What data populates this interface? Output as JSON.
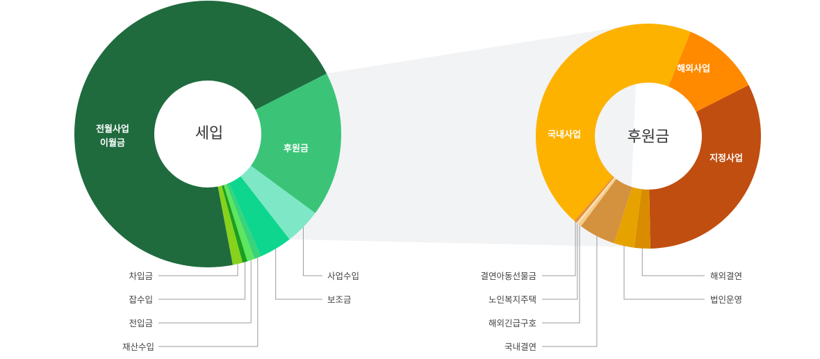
{
  "chart_data": [
    {
      "type": "donut",
      "title": "세입",
      "colors": {
        "전월사업 이월금": "#1f6b3e",
        "후원금": "#3bc478",
        "사업수입": "#7ee8c6",
        "보조금": "#0ed68e",
        "재산수입": "#3ad37a",
        "전입금": "#5ee65e",
        "잡수입": "#1aa020",
        "차입금": "#86d21c"
      },
      "slices": [
        {
          "label": "후원금",
          "value": 17.6
        },
        {
          "label": "사업수입",
          "value": 4.4
        },
        {
          "label": "보조금",
          "value": 4.0
        },
        {
          "label": "재산수입",
          "value": 0.8
        },
        {
          "label": "전입금",
          "value": 0.9
        },
        {
          "label": "잡수입",
          "value": 0.6
        },
        {
          "label": "차입금",
          "value": 1.2
        },
        {
          "label": "전월사업 이월금",
          "value": 70.5
        }
      ],
      "inside_labels": [
        "후원금",
        "전월사업",
        "이월금"
      ],
      "callouts_left": [
        "차입금",
        "잡수입",
        "전입금",
        "재산수입"
      ],
      "callouts_right": [
        "사업수입",
        "보조금"
      ]
    },
    {
      "type": "donut",
      "title": "후원금",
      "colors": {
        "해외사업": "#ff8a00",
        "지정사업": "#c04e10",
        "해외결연": "#d98c00",
        "법인운영": "#e6a300",
        "국내결연": "#d4923e",
        "해외긴급구호": "#f6cc88",
        "노인복지주택": "#fbe3b8",
        "결연아동선물금": "#e68f3a",
        "국내사업": "#fdb200"
      },
      "slices": [
        {
          "label": "해외사업",
          "value": 11.4
        },
        {
          "label": "지정사업",
          "value": 32.2
        },
        {
          "label": "해외결연",
          "value": 2.3
        },
        {
          "label": "법인운영",
          "value": 2.9
        },
        {
          "label": "국내결연",
          "value": 5.3
        },
        {
          "label": "해외긴급구호",
          "value": 0.5
        },
        {
          "label": "노인복지주택",
          "value": 0.3
        },
        {
          "label": "결연아동선물금",
          "value": 0.4
        },
        {
          "label": "국내사업",
          "value": 44.7
        }
      ],
      "inside_labels": [
        "해외사업",
        "지정사업",
        "국내사업"
      ],
      "callouts_left": [
        "결연아동선물금",
        "노인복지주택",
        "해외긴급구호",
        "국내결연"
      ],
      "callouts_right": [
        "해외결연",
        "법인운영"
      ]
    }
  ]
}
